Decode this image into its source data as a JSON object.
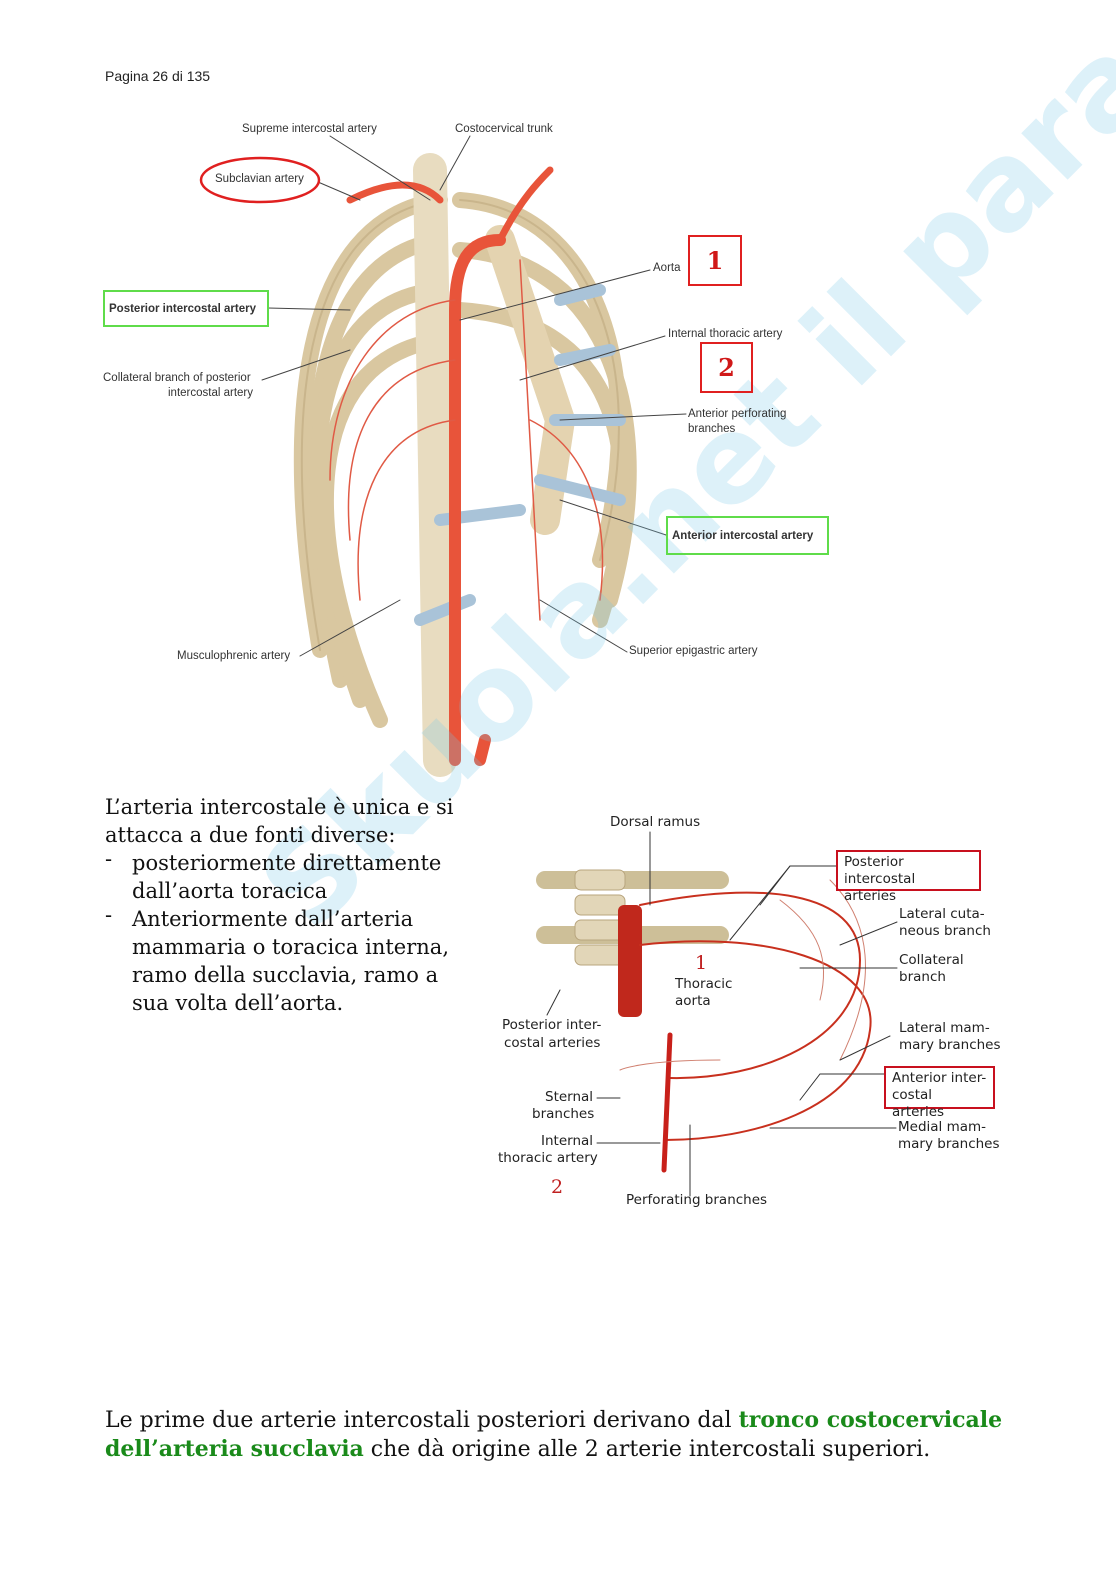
{
  "header": {
    "page_label": "Pagina 26 di 135"
  },
  "watermark": "Skuola.net il paracadute",
  "figure1": {
    "labels": {
      "supreme_intercostal": "Supreme intercostal artery",
      "costocervical_trunk": "Costocervical trunk",
      "subclavian": "Subclavian artery",
      "aorta": "Aorta",
      "posterior_intercostal": "Posterior intercostal artery",
      "internal_thoracic": "Internal thoracic artery",
      "collateral_1": "Collateral branch of posterior",
      "collateral_2": "intercostal artery",
      "anterior_perforating_1": "Anterior perforating",
      "anterior_perforating_2": "branches",
      "anterior_intercostal": "Anterior intercostal artery",
      "musculophrenic": "Musculophrenic artery",
      "superior_epigastric": "Superior epigastric artery"
    },
    "markers": {
      "one": "1",
      "two": "2"
    }
  },
  "paragraph": {
    "intro_1": "L’arteria intercostale è unica e si",
    "intro_2": "attacca a due fonti diverse:",
    "items": [
      "posteriormente direttamente dall’aorta toracica",
      "Anteriormente dall’arteria mammaria o toracica interna, ramo della succlavia, ramo a sua volta dell’aorta."
    ]
  },
  "figure2": {
    "labels": {
      "dorsal_ramus": "Dorsal ramus",
      "posterior_intercostal_arteries_1": "Posterior intercostal",
      "posterior_intercostal_arteries_2": "arteries",
      "lateral_cutaneous_1": "Lateral cuta-",
      "lateral_cutaneous_2": "neous branch",
      "collateral_1": "Collateral",
      "collateral_2": "branch",
      "thoracic_aorta_1": "Thoracic",
      "thoracic_aorta_2": "aorta",
      "post_inter_1": "Posterior inter-",
      "post_inter_2": "costal arteries",
      "lateral_mammary_1": "Lateral mam-",
      "lateral_mammary_2": "mary branches",
      "anterior_inter_1": "Anterior inter-",
      "anterior_inter_2": "costal arteries",
      "sternal_1": "Sternal",
      "sternal_2": "branches",
      "medial_mammary_1": "Medial mam-",
      "medial_mammary_2": "mary branches",
      "internal_thoracic_1": "Internal",
      "internal_thoracic_2": "thoracic artery",
      "perforating": "Perforating branches"
    },
    "markers": {
      "one": "1",
      "two": "2"
    }
  },
  "bottom": {
    "text_1": "Le prime due arterie intercostali posteriori derivano dal ",
    "bold_1": "tronco costocervicale dell’arteria succlavia",
    "text_2": " che dà origine alle 2 arterie intercostali superiori."
  }
}
